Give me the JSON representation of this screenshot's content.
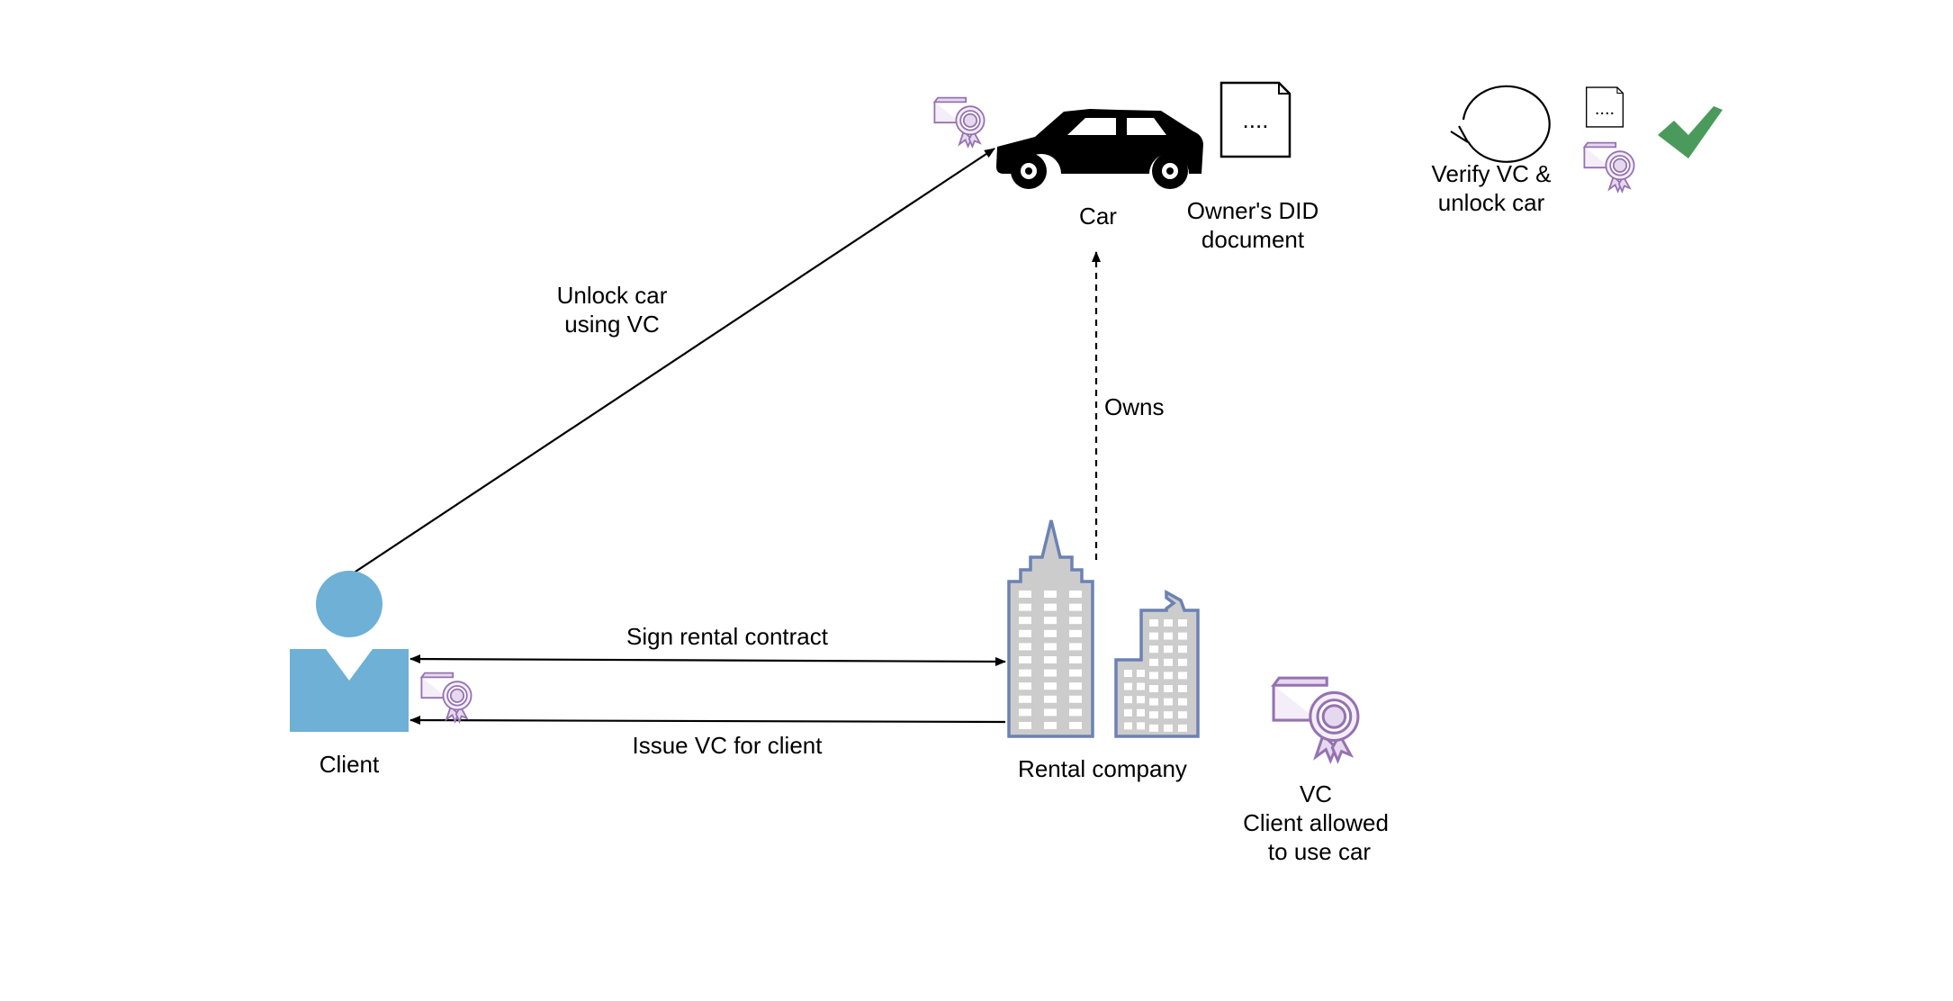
{
  "colors": {
    "client": "#6eb0d6",
    "building_fill": "#cccccc",
    "building_stroke": "#6c82b4",
    "certificate": "#9672b0",
    "certificate_fill": "#e6d9ef",
    "check": "#4a9a5c",
    "line": "#000000"
  },
  "icons": {
    "client": "person-icon",
    "car": "car-icon",
    "company": "office-building-icon",
    "credential": "certificate-icon",
    "document": "document-icon",
    "verify": "circular-arrow-icon",
    "success": "checkmark-icon"
  },
  "nodes": {
    "client": {
      "label": "Client"
    },
    "car": {
      "label": "Car"
    },
    "company": {
      "label": "Rental company"
    },
    "did_doc": {
      "line1": "Owner's DID",
      "line2": "document",
      "content": "...."
    },
    "verify": {
      "line1": "Verify VC &",
      "line2": "unlock car",
      "doc_content": "...."
    },
    "vc": {
      "line1": "VC",
      "line2": "Client allowed",
      "line3": "to use car"
    }
  },
  "edges": {
    "unlock": {
      "line1": "Unlock car",
      "line2": "using VC"
    },
    "owns": {
      "label": "Owns"
    },
    "sign": {
      "label": "Sign rental contract"
    },
    "issue": {
      "label": "Issue VC for client"
    }
  }
}
